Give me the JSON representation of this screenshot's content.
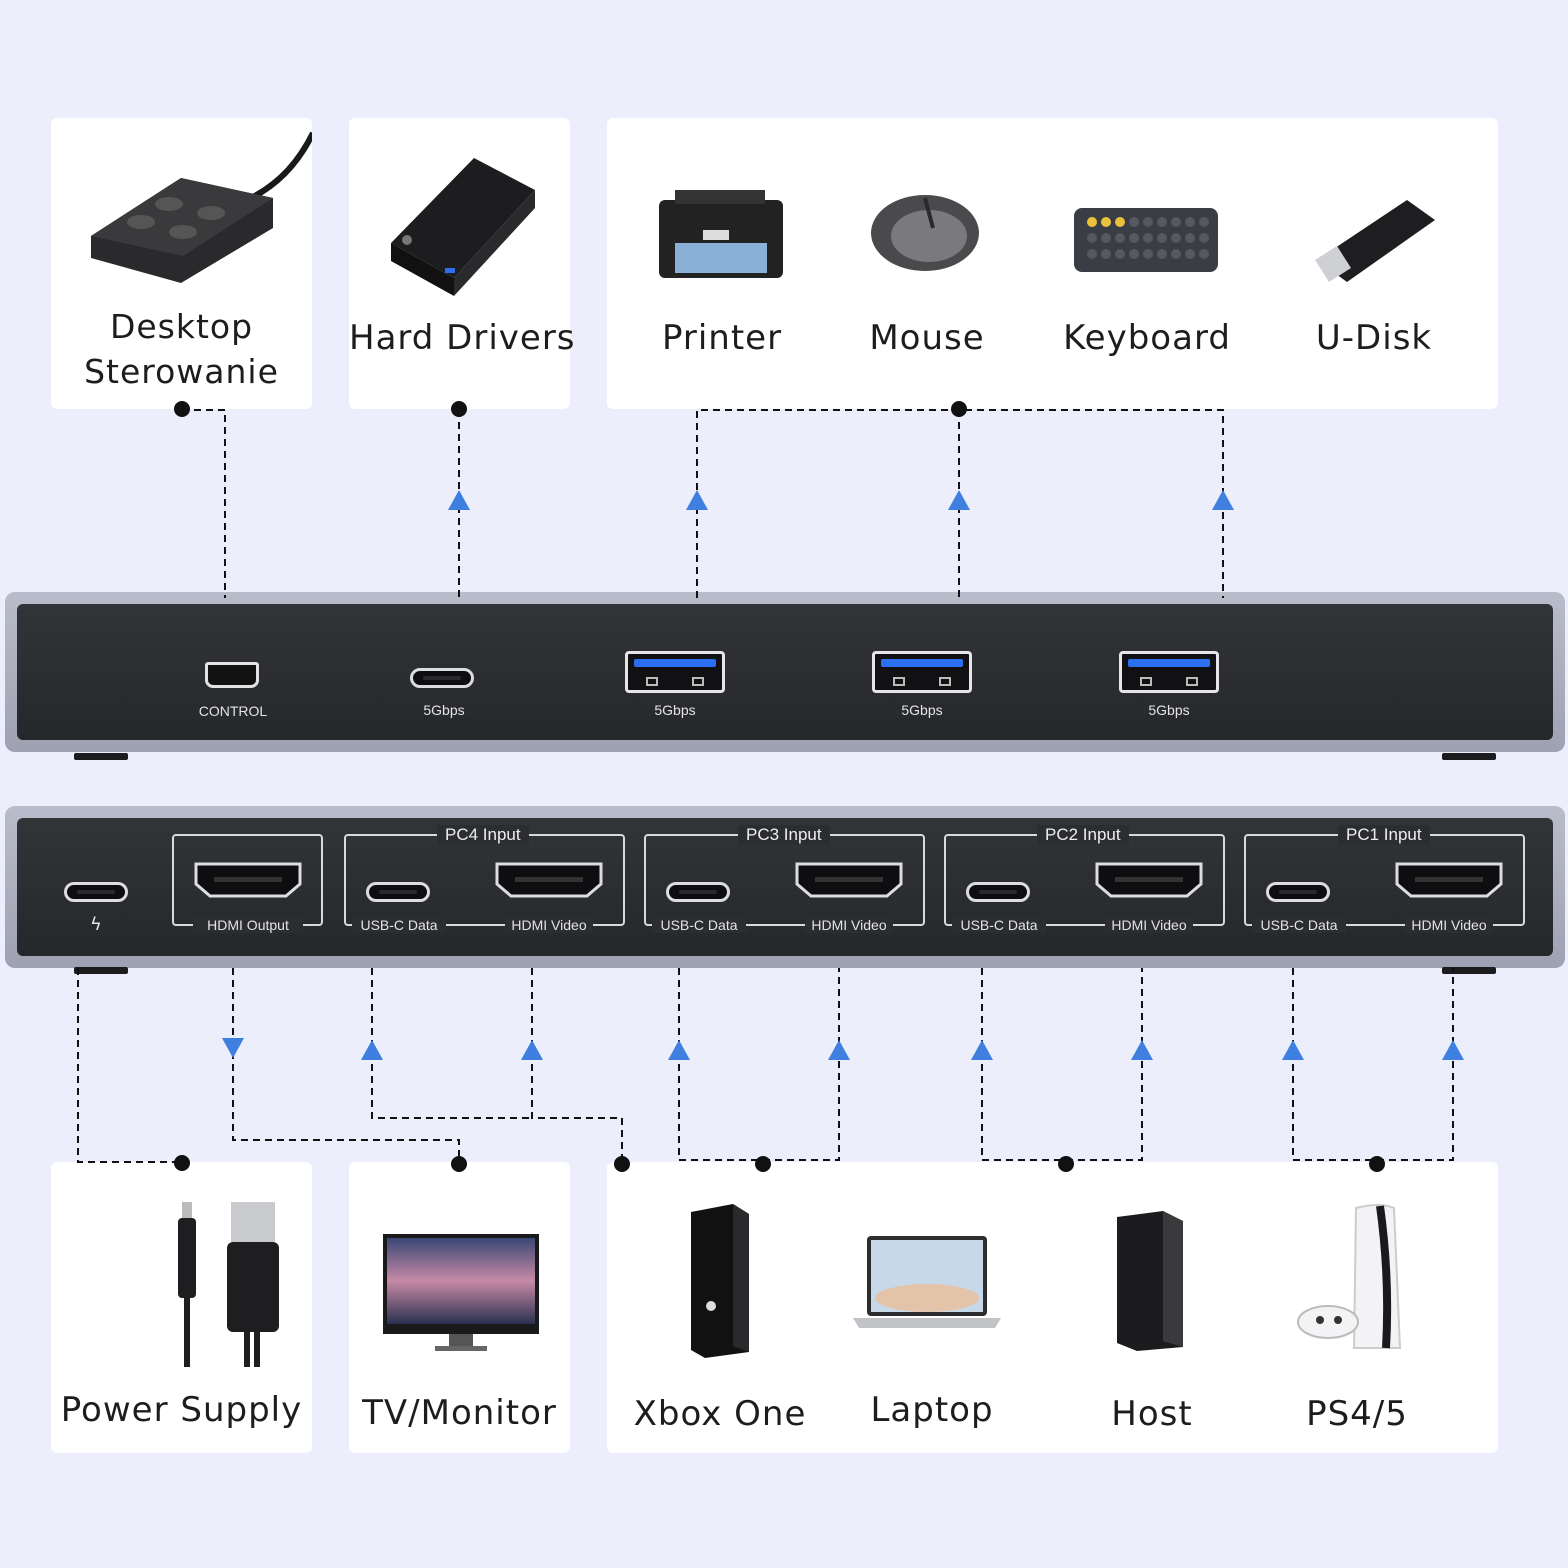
{
  "top_devices": {
    "desktop_control": "Desktop\nSterowanie",
    "hard_drivers": "Hard Drivers",
    "printer": "Printer",
    "mouse": "Mouse",
    "keyboard": "Keyboard",
    "u_disk": "U-Disk"
  },
  "front_panel": {
    "control": "CONTROL",
    "usbc_speed": "5Gbps",
    "usba1_speed": "5Gbps",
    "usba2_speed": "5Gbps",
    "usba3_speed": "5Gbps"
  },
  "rear_panel": {
    "hdmi_output": "HDMI Output",
    "groups": [
      {
        "title": "PC4 Input",
        "usbc": "USB-C Data",
        "hdmi": "HDMI Video"
      },
      {
        "title": "PC3 Input",
        "usbc": "USB-C Data",
        "hdmi": "HDMI Video"
      },
      {
        "title": "PC2 Input",
        "usbc": "USB-C Data",
        "hdmi": "HDMI Video"
      },
      {
        "title": "PC1 Input",
        "usbc": "USB-C Data",
        "hdmi": "HDMI Video"
      }
    ]
  },
  "bottom_devices": {
    "power_supply": "Power Supply",
    "tv_monitor": "TV/Monitor",
    "xbox": "Xbox One",
    "laptop": "Laptop",
    "host": "Host",
    "ps": "PS4/5"
  },
  "colors": {
    "background": "#eceefb",
    "arrow": "#3f7fe0",
    "device_body": "#2b2d30",
    "usb3_blue": "#2c6ef0"
  }
}
